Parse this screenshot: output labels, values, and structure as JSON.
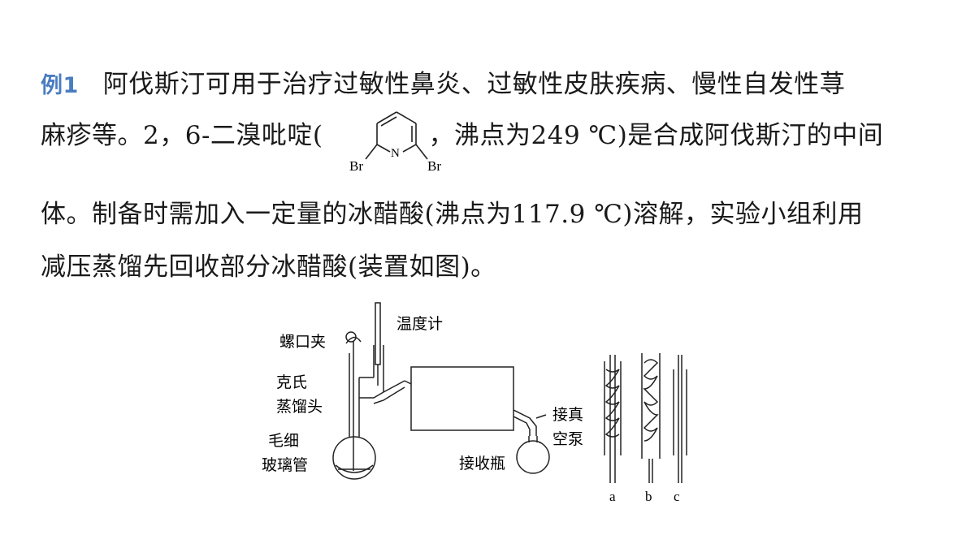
{
  "question": {
    "tag": "例1",
    "line1": "阿伐斯汀可用于治疗过敏性鼻炎、过敏性皮肤疾病、慢性自发性荨",
    "line2_before": "麻疹等。2，6-二溴吡啶(",
    "line2_after": "，沸点为249 ℃)是合成阿伐斯汀的中间",
    "line3": "体。制备时需加入一定量的冰醋酸(沸点为117.9 ℃)溶解，实验小组利用",
    "line4": "减压蒸馏先回收部分冰醋酸(装置如图)。"
  },
  "structure": {
    "atom_n": "N",
    "atom_br_left": "Br",
    "atom_br_right": "Br"
  },
  "apparatus": {
    "thermometer": "温度计",
    "screw_clamp": "螺口夹",
    "claisen_1": "克氏",
    "claisen_2": "蒸馏头",
    "capillary_1": "毛细",
    "capillary_2": "玻璃管",
    "vacuum_1": "接真",
    "vacuum_2": "空泵",
    "receiver": "接收瓶",
    "cond_a": "a",
    "cond_b": "b",
    "cond_c": "c"
  }
}
